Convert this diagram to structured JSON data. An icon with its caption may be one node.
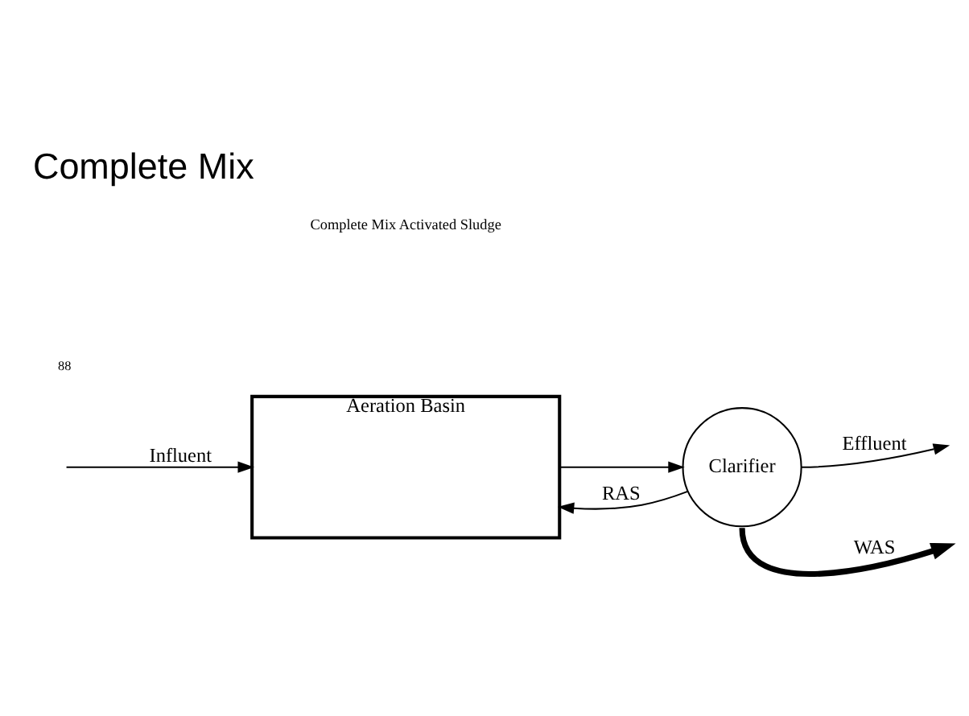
{
  "diagram": {
    "title": "Complete Mix",
    "nodes": [
      {
        "text": [
          "Aeration Basin"
        ]
      },
      {
        "text": [
          "Clarifier"
        ]
      }
    ],
    "edges": [
      {
        "from": null,
        "to": 0,
        "arrow": "to",
        "label": "Influent"
      },
      {
        "from": 0,
        "to": 1,
        "arrow": "to"
      },
      {
        "from": 1,
        "to": null,
        "arrow": "to",
        "label": "WAS",
        "style": "thick"
      },
      {
        "from": 1,
        "to": 0,
        "arrow": "to",
        "label": "RAS"
      },
      {
        "from": 1,
        "to": null,
        "arrow": "to",
        "label": "Effluent"
      }
    ],
    "labels": [
      "Complete Mix Activated Sludge",
      "88"
    ]
  }
}
